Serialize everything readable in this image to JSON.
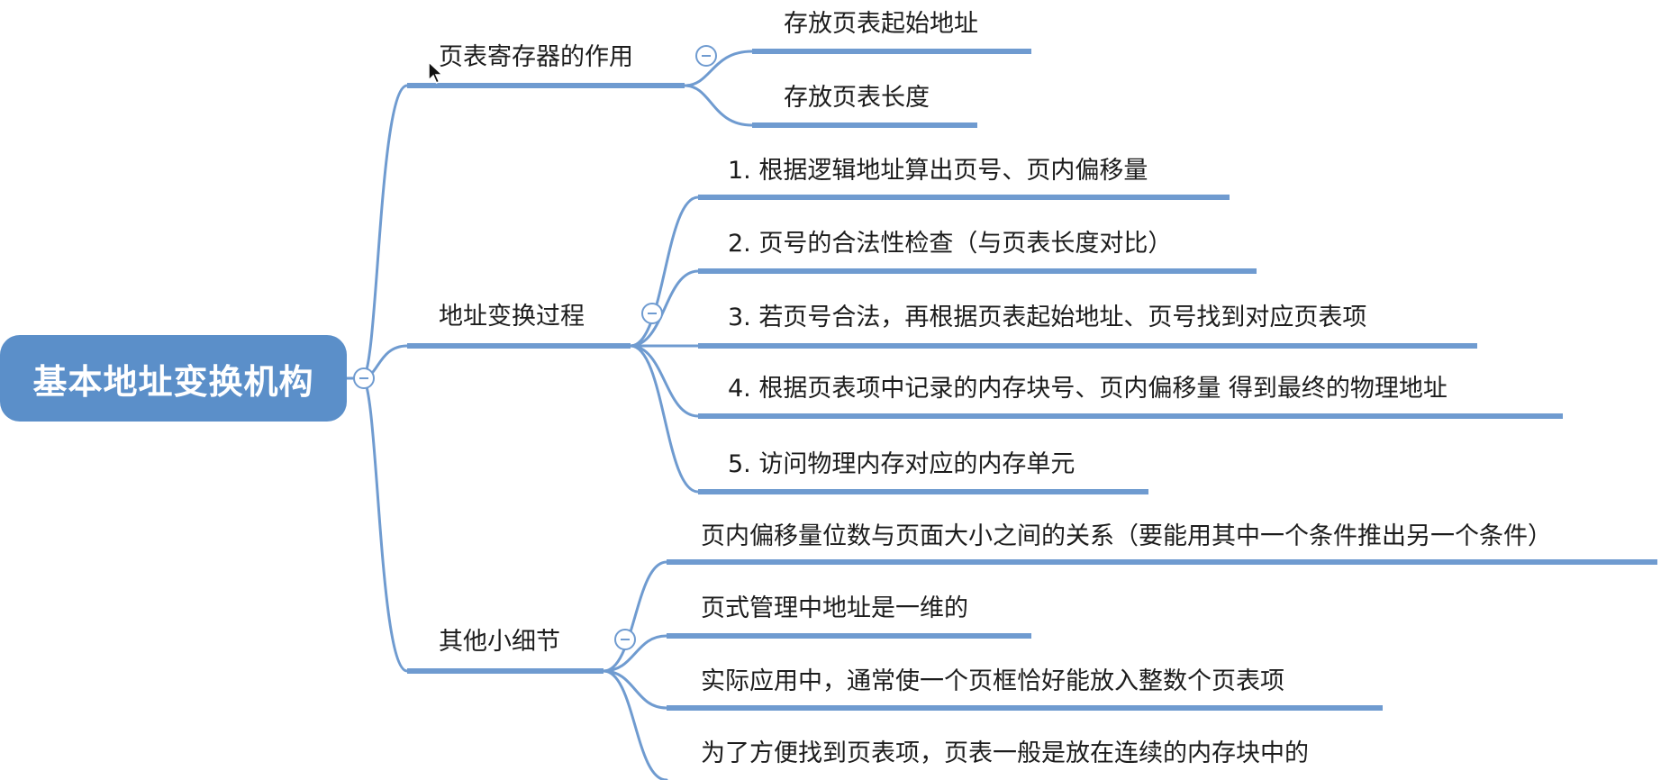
{
  "root": {
    "label": "基本地址变换机构"
  },
  "branches": [
    {
      "label": "页表寄存器的作用",
      "children": [
        "存放页表起始地址",
        "存放页表长度"
      ]
    },
    {
      "label": "地址变换过程",
      "children": [
        "1. 根据逻辑地址算出页号、页内偏移量",
        "2. 页号的合法性检查（与页表长度对比）",
        "3. 若页号合法，再根据页表起始地址、页号找到对应页表项",
        "4. 根据页表项中记录的内存块号、页内偏移量 得到最终的物理地址",
        "5. 访问物理内存对应的内存单元"
      ]
    },
    {
      "label": "其他小细节",
      "children": [
        "页内偏移量位数与页面大小之间的关系（要能用其中一个条件推出另一个条件）",
        "页式管理中地址是一维的",
        "实际应用中，通常使一个页框恰好能放入整数个页表项",
        "为了方便找到页表项，页表一般是放在连续的内存块中的"
      ]
    }
  ],
  "colors": {
    "root_fill": "#5b8fc9",
    "line": "#6f9bd0",
    "text": "#1c1c1c"
  },
  "icons": {
    "collapse": "collapse-minus-icon",
    "pointer": "mouse-pointer-icon"
  }
}
